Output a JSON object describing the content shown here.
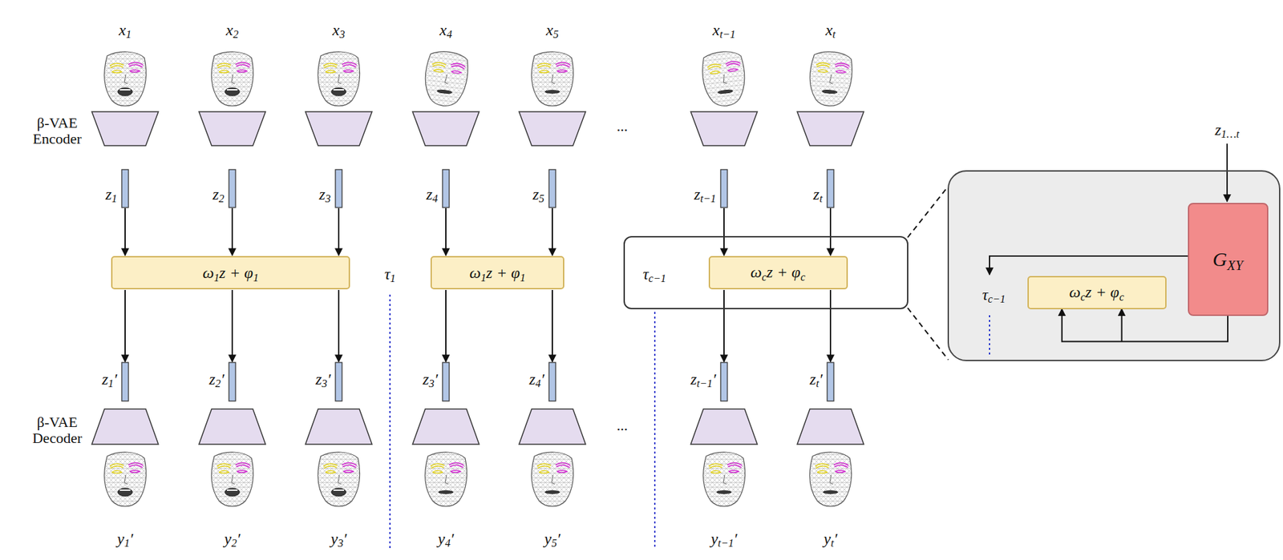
{
  "diagram": {
    "nodes": [
      {
        "text": [
          "ω1z + φ1"
        ]
      },
      {
        "text": [
          "ω1z + φ1"
        ]
      },
      {
        "text": [
          "τc−1"
        ]
      },
      {
        "text": [
          "ωcz + φc"
        ],
        "in": 2
      },
      {
        "text": [
          "τc−1"
        ]
      },
      {
        "text": [
          "ωcz + φc"
        ],
        "in": 4
      },
      {
        "text": [
          "GXY"
        ],
        "in": 4
      }
    ],
    "edges": [
      {
        "from": 2,
        "to": 4,
        "arrow": "none"
      },
      {
        "from": 2,
        "to": 4,
        "arrow": "none"
      },
      {
        "from": 6,
        "to": 5,
        "arrow": "to"
      }
    ],
    "labels": [
      "x1",
      "x2",
      "x3",
      "x4",
      "x5",
      "xt−1",
      "xt",
      "β-VAE Encoder",
      "...",
      "z1",
      "z2",
      "z3",
      "z4",
      "z5",
      "zt−1",
      "zt",
      "τ1",
      "z1′",
      "z2′",
      "z3′",
      "z3′",
      "z4′",
      "zt−1′",
      "zt′",
      "β-VAE Decoder",
      "...",
      "y1′",
      "y2′",
      "y3′",
      "y4′",
      "y5′",
      "yt−1′",
      "yt′",
      "z1…t"
    ]
  }
}
